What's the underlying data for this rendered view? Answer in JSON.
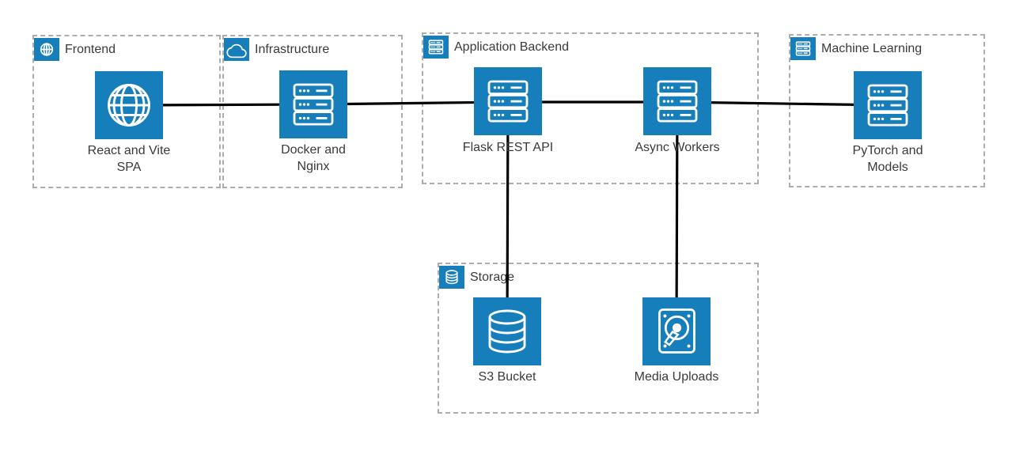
{
  "diagram": {
    "colors": {
      "background": "#ffffff",
      "node_fill": "#157ebb",
      "icon_stroke": "#ffffff",
      "edge": "#000000",
      "group_border": "#adadad",
      "label": "#3a3a3a"
    },
    "groups": [
      {
        "label": "Frontend",
        "badge_icon": "globe-icon"
      },
      {
        "label": "Infrastructure",
        "badge_icon": "cloud-icon"
      },
      {
        "label": "Application Backend",
        "badge_icon": "server-icon"
      },
      {
        "label": "Machine Learning",
        "badge_icon": "server-icon"
      },
      {
        "label": "Storage",
        "badge_icon": "database-icon"
      }
    ],
    "nodes": [
      {
        "label": "React and Vite\nSPA",
        "icon": "globe-icon",
        "group": "Frontend"
      },
      {
        "label": "Docker and\nNginx",
        "icon": "server-icon",
        "group": "Infrastructure"
      },
      {
        "label": "Flask REST API",
        "icon": "server-icon",
        "group": "Application Backend"
      },
      {
        "label": "Async Workers",
        "icon": "server-icon",
        "group": "Application Backend"
      },
      {
        "label": "PyTorch and\nModels",
        "icon": "server-icon",
        "group": "Machine Learning"
      },
      {
        "label": "S3 Bucket",
        "icon": "database-icon",
        "group": "Storage"
      },
      {
        "label": "Media Uploads",
        "icon": "hard-drive-icon",
        "group": "Storage"
      }
    ],
    "edges": [
      {
        "from": "React and Vite SPA",
        "to": "Docker and Nginx"
      },
      {
        "from": "Docker and Nginx",
        "to": "Flask REST API"
      },
      {
        "from": "Flask REST API",
        "to": "Async Workers"
      },
      {
        "from": "Async Workers",
        "to": "PyTorch and Models"
      },
      {
        "from": "Flask REST API",
        "to": "S3 Bucket"
      },
      {
        "from": "Async Workers",
        "to": "Media Uploads"
      }
    ]
  }
}
